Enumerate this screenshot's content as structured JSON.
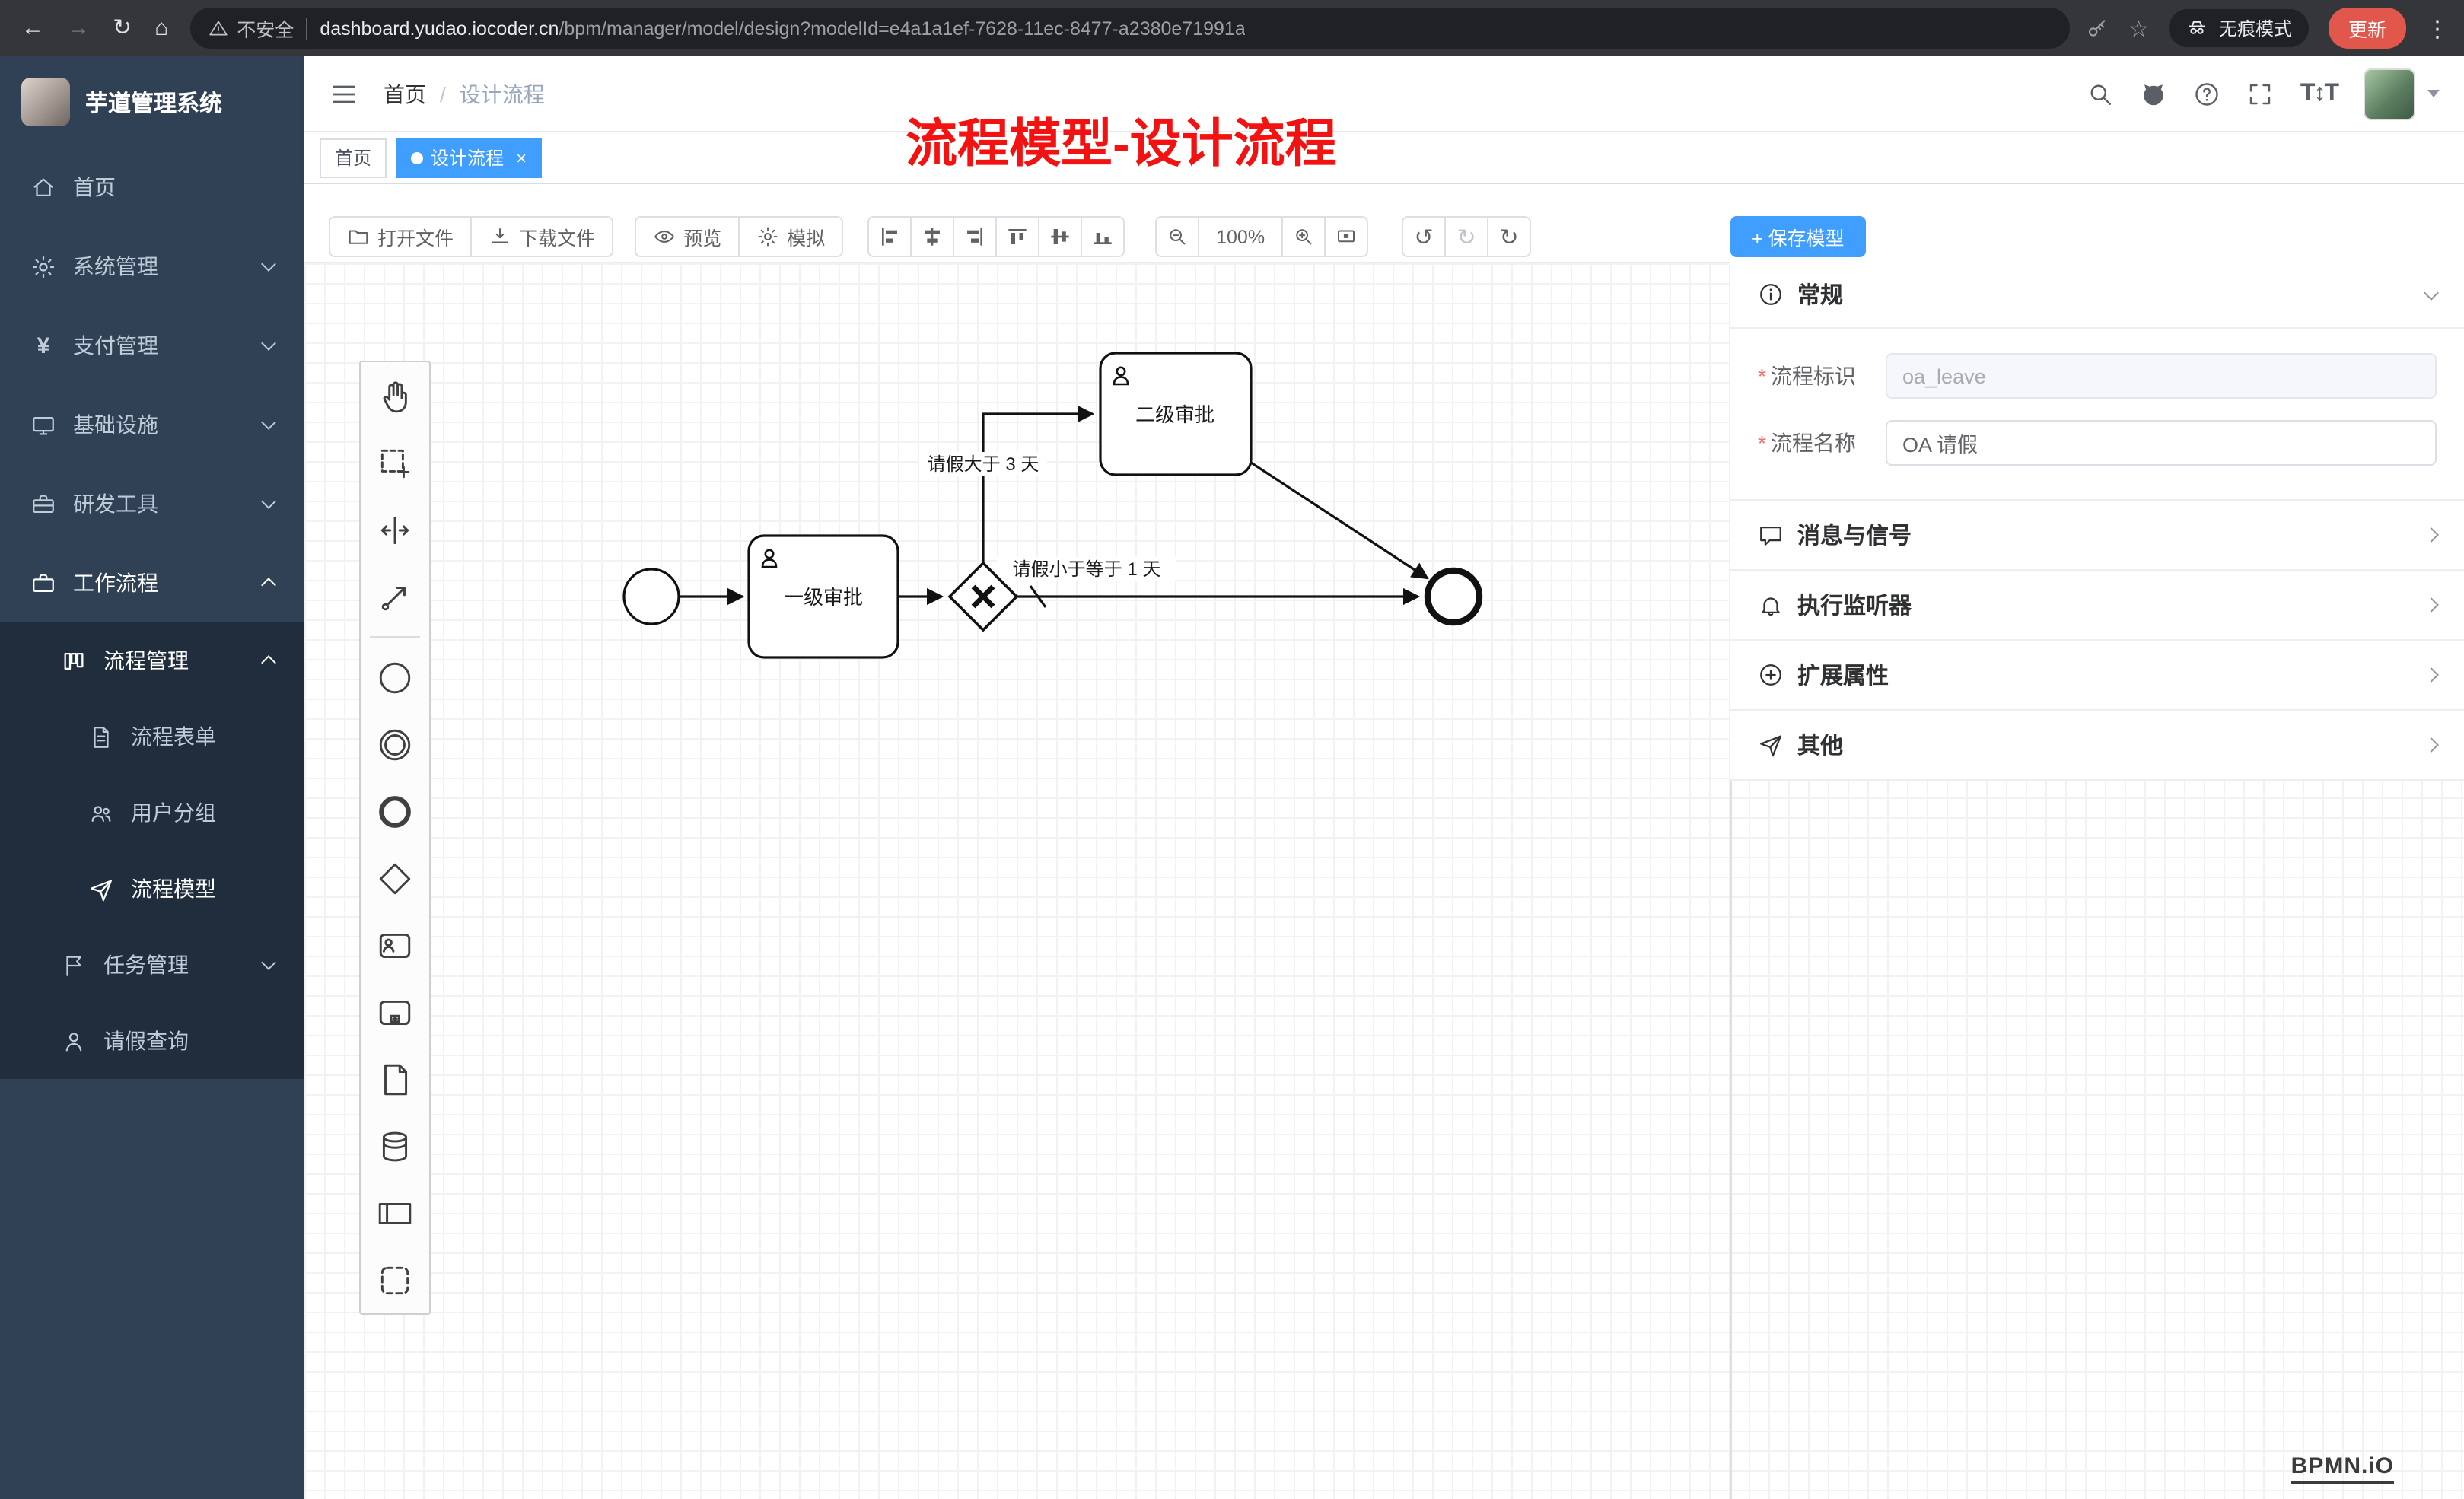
{
  "browser": {
    "security_text": "不安全",
    "url_host": "dashboard.yudao.iocoder.cn",
    "url_path": "/bpm/manager/model/design?modelId=e4a1a1ef-7628-11ec-8477-a2380e71991a",
    "incognito_label": "无痕模式",
    "update_label": "更新"
  },
  "sidebar": {
    "app_title": "芋道管理系统",
    "items": [
      {
        "label": "首页",
        "icon": "home-icon"
      },
      {
        "label": "系统管理",
        "icon": "gear-icon",
        "chevron": "down"
      },
      {
        "label": "支付管理",
        "icon": "yen-icon",
        "chevron": "down"
      },
      {
        "label": "基础设施",
        "icon": "monitor-icon",
        "chevron": "down"
      },
      {
        "label": "研发工具",
        "icon": "toolbox-icon",
        "chevron": "down"
      },
      {
        "label": "工作流程",
        "icon": "briefcase-icon",
        "chevron": "up",
        "expanded": true
      },
      {
        "label": "流程管理",
        "icon": "columns-icon",
        "chevron": "up",
        "expanded": true,
        "level": 2
      },
      {
        "label": "流程表单",
        "icon": "document-icon",
        "level": 3
      },
      {
        "label": "用户分组",
        "icon": "users-icon",
        "level": 3
      },
      {
        "label": "流程模型",
        "icon": "send-icon",
        "level": 3,
        "active": true
      },
      {
        "label": "任务管理",
        "icon": "flag-icon",
        "chevron": "down",
        "level": 2
      },
      {
        "label": "请假查询",
        "icon": "person-icon",
        "level": 2
      }
    ]
  },
  "header": {
    "breadcrumb": [
      "首页",
      "设计流程"
    ],
    "breadcrumb_separator": "/",
    "annotation": "流程模型-设计流程"
  },
  "tags": [
    {
      "label": "首页",
      "active": false
    },
    {
      "label": "设计流程",
      "active": true
    }
  ],
  "toolbar": {
    "open_file": "打开文件",
    "download_file": "下载文件",
    "preview": "预览",
    "simulate": "模拟",
    "zoom_level": "100%",
    "save_model": "+ 保存模型"
  },
  "diagram": {
    "task_level1": "一级审批",
    "task_level2": "二级审批",
    "flow_gt3": "请假大于 3 天",
    "flow_le1": "请假小于等于 1 天"
  },
  "panel": {
    "sections": {
      "general": "常规",
      "message_signal": "消息与信号",
      "execution_listener": "执行监听器",
      "extended_attrs": "扩展属性",
      "other": "其他"
    },
    "fields": {
      "process_key_label": "流程标识",
      "process_key_value": "oa_leave",
      "process_name_label": "流程名称",
      "process_name_value": "OA 请假"
    }
  },
  "watermark": "BPMN.iO",
  "colors": {
    "accent": "#409eff",
    "annotation_red": "#f31212",
    "sidebar_bg": "#304156",
    "sidebar_sub_bg": "#1f2d3d"
  }
}
